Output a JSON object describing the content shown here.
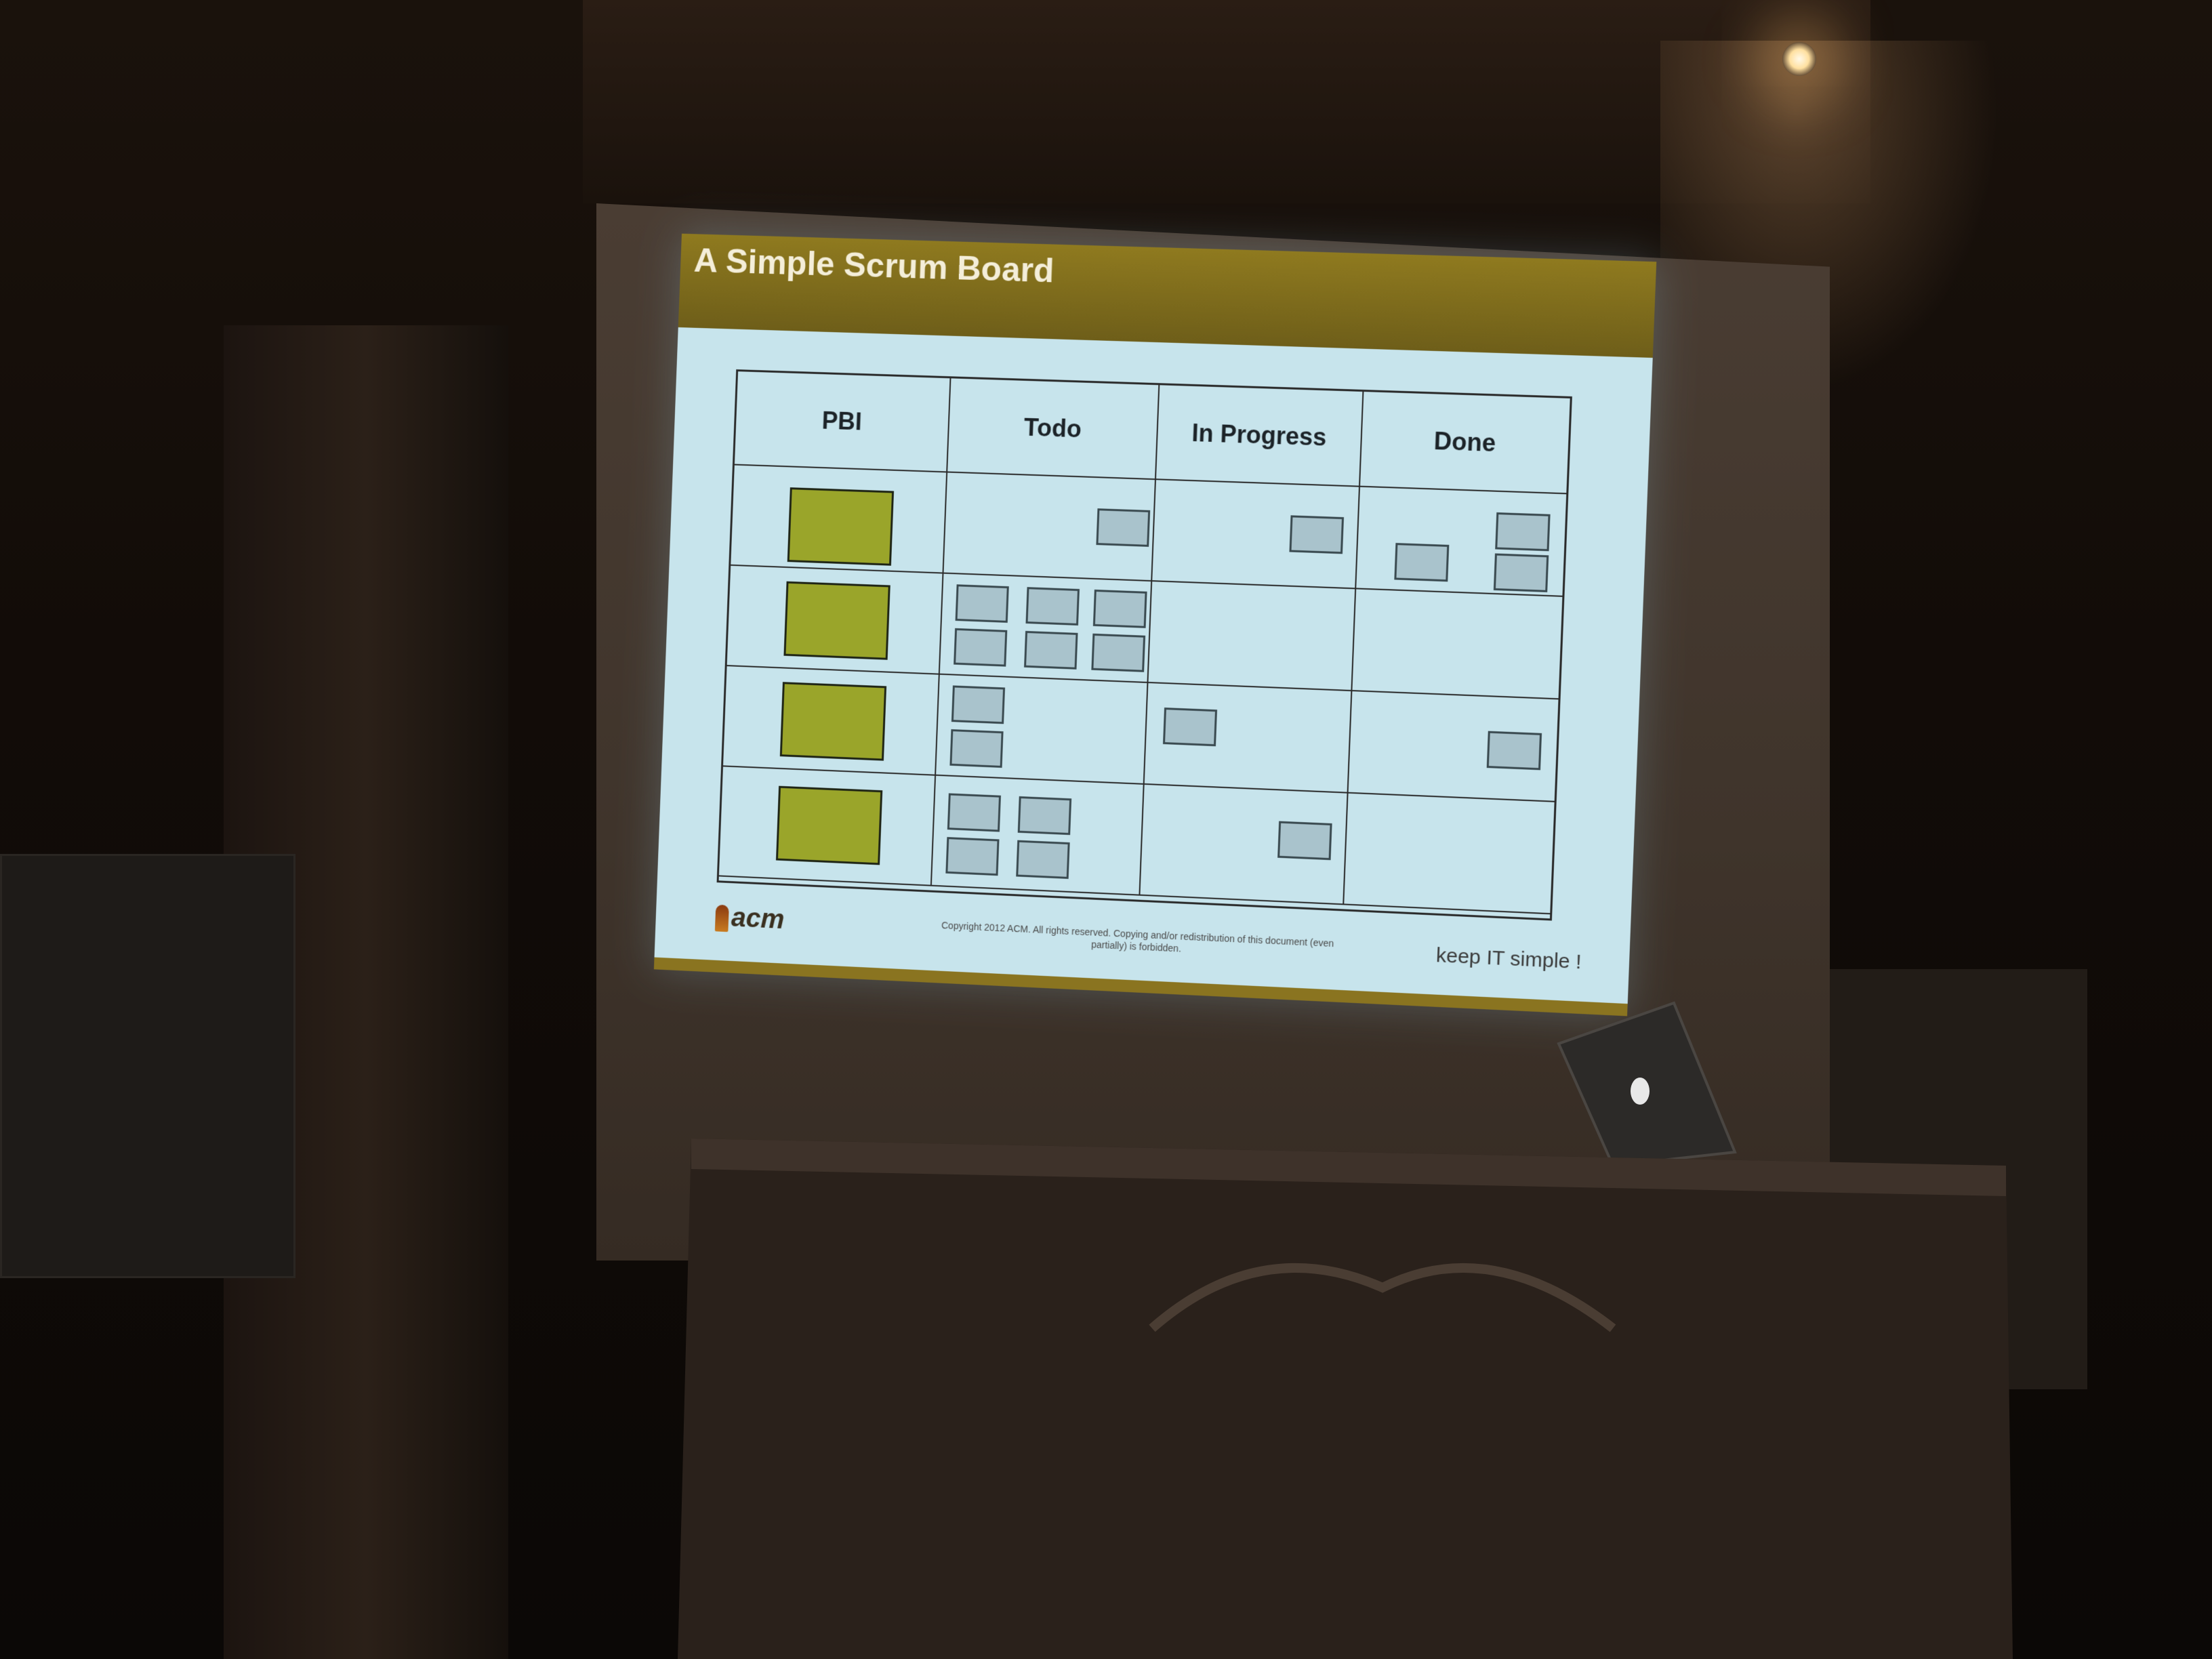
{
  "slide": {
    "title": "A Simple Scrum Board",
    "columns": [
      "PBI",
      "Todo",
      "In Progress",
      "Done"
    ],
    "rows": [
      {
        "todo_tasks": 1,
        "in_progress_tasks": 1,
        "done_tasks": 3
      },
      {
        "todo_tasks": 6,
        "in_progress_tasks": 0,
        "done_tasks": 0
      },
      {
        "todo_tasks": 2,
        "in_progress_tasks": 1,
        "done_tasks": 1
      },
      {
        "todo_tasks": 4,
        "in_progress_tasks": 1,
        "done_tasks": 0
      }
    ],
    "logo_text": "acm",
    "copyright": "Copyright 2012 ACM. All rights reserved. Copying and/or redistribution of this document (even partially) is forbidden.",
    "tagline": "keep IT simple !"
  },
  "colors": {
    "slide_background": "#c7e4ec",
    "title_bar": "#7d6b1c",
    "pbi_card": "#9aa52a",
    "task_card": "#a9c3cc"
  }
}
